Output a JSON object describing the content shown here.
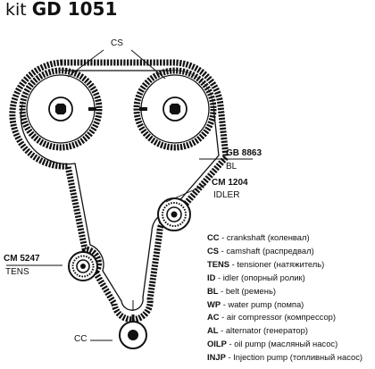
{
  "title": {
    "prefix": "kit",
    "code": "GD 1051"
  },
  "labels": {
    "cs_top": "CS",
    "belt_code": "GB 8863",
    "belt_type": "BL",
    "idler_code": "CM  1204",
    "idler_type": "IDLER",
    "tens_code": "CM  5247",
    "tens_type": "TENS",
    "cc_bottom": "CC"
  },
  "legend": [
    {
      "code": "CC",
      "desc": " - crankshaft (коленвал)"
    },
    {
      "code": "CS",
      "desc": " - camshaft (распредвал)"
    },
    {
      "code": "TENS",
      "desc": " - tensioner (натяжитель)"
    },
    {
      "code": "ID",
      "desc": " - idler (опорный ролик)"
    },
    {
      "code": "BL",
      "desc": " - belt (ремень)"
    },
    {
      "code": "WP",
      "desc": " - water pump (помпа)"
    },
    {
      "code": "AC",
      "desc": " - air compressor (компрессор)"
    },
    {
      "code": "AL",
      "desc": " - alternator (генератор)"
    },
    {
      "code": "OILP",
      "desc": " - oil pump (масляный насос)"
    },
    {
      "code": "INJP",
      "desc": " - Injection pump (топливный насос)"
    }
  ],
  "colors": {
    "ink": "#111111",
    "paper": "#ffffff"
  }
}
